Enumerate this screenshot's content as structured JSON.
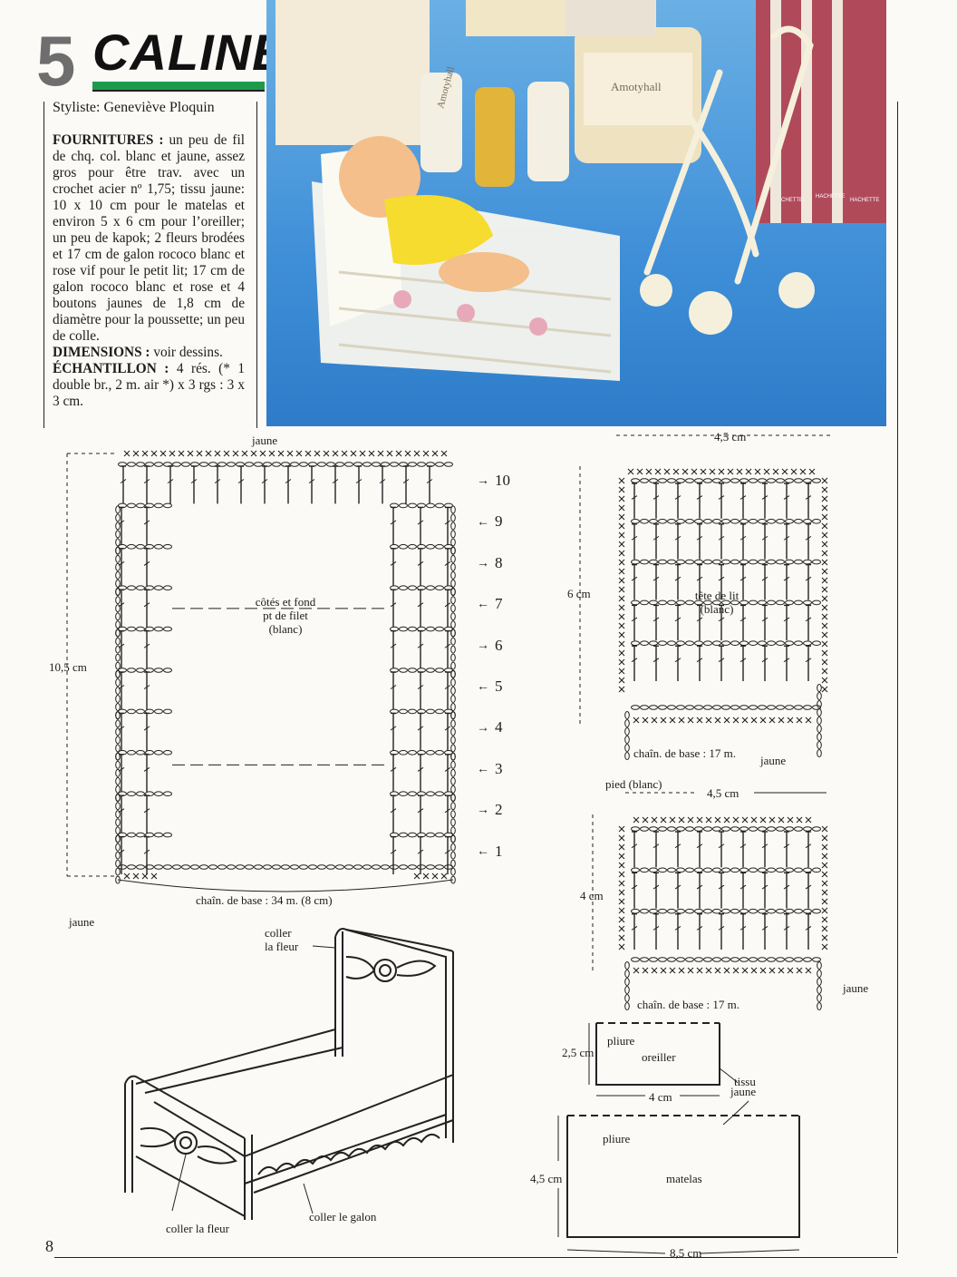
{
  "header": {
    "number": "5",
    "title": "CALINERIES",
    "stylist": "Styliste: Geneviève Ploquin"
  },
  "supplies": {
    "fournitures_label": "FOURNITURES :",
    "fournitures_text": "un peu de fil de chq. col. blanc et jaune, assez gros pour être trav. avec un crochet acier nº 1,75; tissu jaune: 10 x 10 cm pour le matelas et environ 5 x 6 cm pour l’oreiller; un peu de kapok; 2 fleurs brodées et 17 cm de galon rococo blanc et rose vif pour le petit lit; 17 cm de galon rococo blanc et rose et 4 boutons jaunes de 1,8 cm de diamètre pour la poussette; un peu de colle.",
    "dimensions_label": "DIMENSIONS :",
    "dimensions_text": "voir dessins.",
    "echantillon_label": "ÉCHANTILLON :",
    "echantillon_text": "4 rés. (* 1 double br., 2 m. air *) x 3 rgs : 3 x 3 cm."
  },
  "photo": {
    "product_labels": [
      "Amotyhall",
      "Amotyhall"
    ],
    "box_labels": [
      "CHETTE",
      "HACHETTE",
      "HACHETTE"
    ]
  },
  "diagram_main": {
    "top_label": "jaune",
    "height_label": "10,5 cm",
    "center_label": [
      "côtés et fond",
      "pt de filet",
      "(blanc)"
    ],
    "row_numbers": [
      "10",
      "9",
      "8",
      "7",
      "6",
      "5",
      "4",
      "3",
      "2",
      "1"
    ],
    "base_label": "chaîn. de base : 34 m. (8 cm)",
    "bottom_left_label": "jaune"
  },
  "diagram_head": {
    "width_label": "4,5 cm",
    "height_label": "6 cm",
    "center_label": [
      "tête de lit",
      "(blanc)"
    ],
    "base_label": "chaîn. de base : 17 m.",
    "corner_label": "jaune"
  },
  "diagram_foot": {
    "top_label": "pied (blanc)",
    "width_label": "4,5 cm",
    "height_label": "4 cm",
    "base_label": "chaîn. de base : 17 m.",
    "corner_label": "jaune"
  },
  "bed_drawing": {
    "label_flower_top": [
      "coller",
      "la fleur"
    ],
    "label_flower_bottom": "coller la fleur",
    "label_galon": "coller le galon"
  },
  "pillow": {
    "height_label": "2,5 cm",
    "fold_label": "pliure",
    "name": "oreiller",
    "width_label": "4 cm",
    "fabric_label": [
      "tissu",
      "jaune"
    ]
  },
  "mattress": {
    "fold_label": "pliure",
    "height_label": "4,5 cm",
    "name": "matelas",
    "width_label": "8,5 cm"
  },
  "footer": {
    "page_number": "8"
  }
}
